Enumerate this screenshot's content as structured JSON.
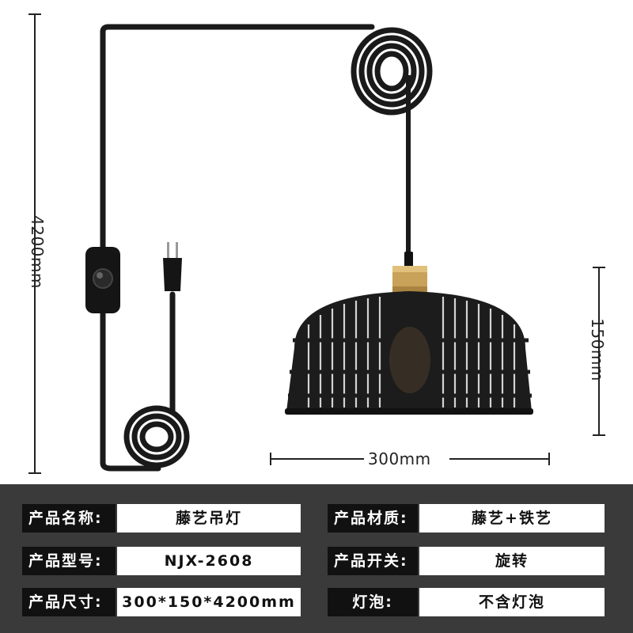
{
  "dimensions": {
    "height_cord": "4200mm",
    "shade_height": "150mm",
    "shade_width": "300mm"
  },
  "specs": {
    "left": [
      {
        "key": "产品名称:",
        "value": "藤艺吊灯"
      },
      {
        "key": "产品型号:",
        "value": "NJX-2608"
      },
      {
        "key": "产品尺寸:",
        "value": "300*150*4200mm"
      }
    ],
    "right": [
      {
        "key": "产品材质:",
        "value": "藤艺+铁艺"
      },
      {
        "key": "产品开关:",
        "value": "旋转"
      },
      {
        "key": "灯泡:",
        "value": "不含灯泡"
      }
    ]
  },
  "colors": {
    "panel": "#3a3a3a",
    "key_bg": "#111111",
    "value_bg": "#ffffff",
    "brass": "#c9a25a"
  }
}
